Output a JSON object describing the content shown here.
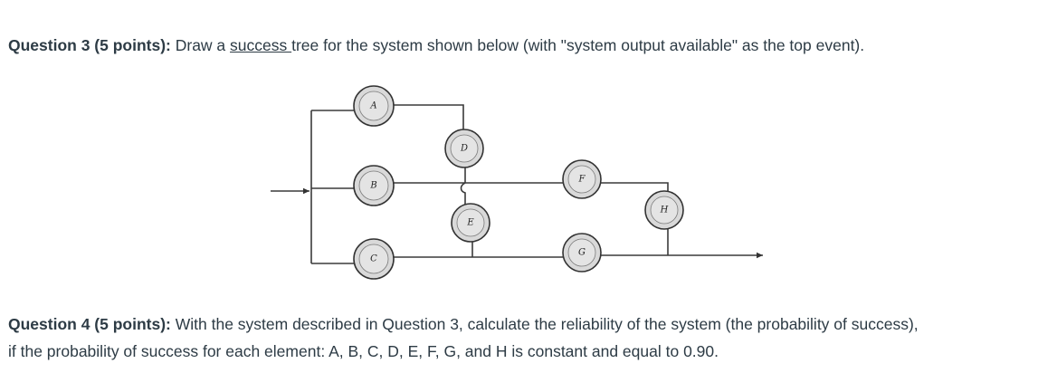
{
  "question3": {
    "heading": "Question 3 (5 points):",
    "text_before": " Draw a ",
    "underlined": "success ",
    "text_after": "tree for the system shown below (with \"system output available\" as the top event)."
  },
  "diagram": {
    "nodes": [
      {
        "id": "A",
        "label": "A"
      },
      {
        "id": "B",
        "label": "B"
      },
      {
        "id": "C",
        "label": "C"
      },
      {
        "id": "D",
        "label": "D"
      },
      {
        "id": "E",
        "label": "E"
      },
      {
        "id": "F",
        "label": "F"
      },
      {
        "id": "G",
        "label": "G"
      },
      {
        "id": "H",
        "label": "H"
      }
    ]
  },
  "question4": {
    "heading": "Question 4 (5 points):",
    "line1": " With the system described in Question 3, calculate the reliability of the system (the probability of success),",
    "line2": "if the probability of success for each element: A, B, C, D, E, F, G, and H is constant and equal to 0.90."
  }
}
